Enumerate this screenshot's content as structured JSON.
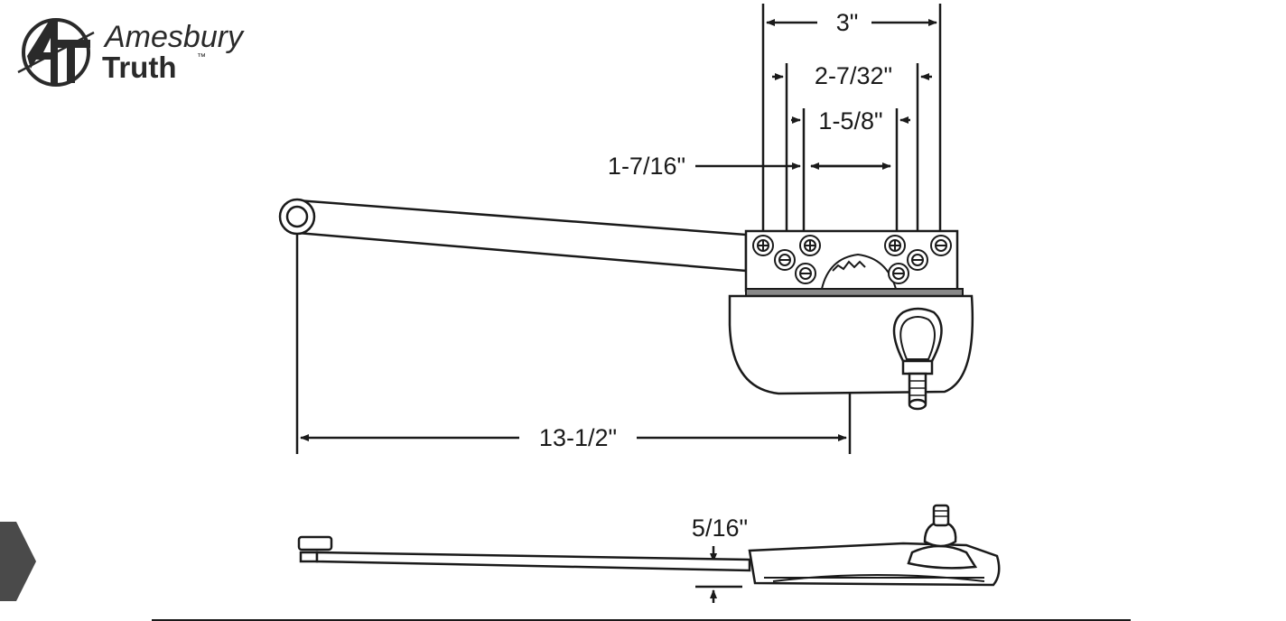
{
  "brand": {
    "name_line1": "Amesbury",
    "name_line2": "Truth",
    "trademark": "™"
  },
  "dimensions": {
    "overall_width": "3\"",
    "inner_hole_spacing": "2-7/32\"",
    "center_hole_spacing": "1-5/8\"",
    "offset": "1-7/16\"",
    "arm_length": "13-1/2\"",
    "profile_height": "5/16\""
  },
  "colors": {
    "line": "#1a1a1a",
    "nav_arrow": "#4a4a4a"
  }
}
